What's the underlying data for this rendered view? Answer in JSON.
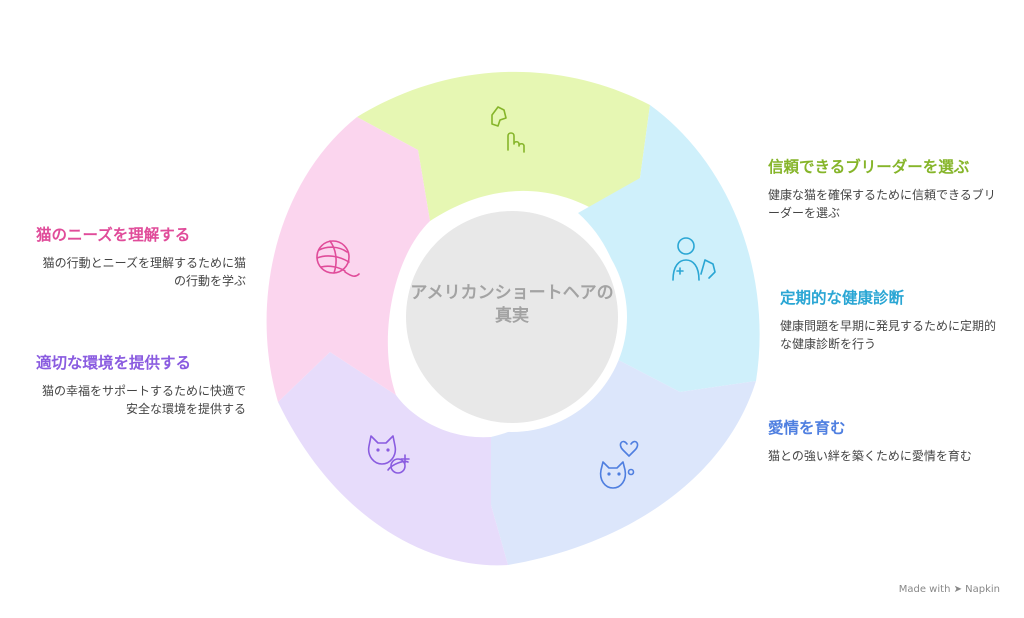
{
  "title": "アメリカンショートヘアの真実",
  "segments": [
    {
      "title": "信頼できるブリーダーを選ぶ",
      "desc": "健康な猫を確保するために信頼できるブリーダーを選ぶ",
      "color": "#e6f7b3",
      "accent": "#86b52a",
      "icon": "dog-hand-icon"
    },
    {
      "title": "定期的な健康診断",
      "desc": "健康問題を早期に発見するために定期的な健康診断を行う",
      "color": "#cff0fb",
      "accent": "#2aa6d4",
      "icon": "vet-icon"
    },
    {
      "title": "愛情を育む",
      "desc": "猫との強い絆を築くために愛情を育む",
      "color": "#dce6fb",
      "accent": "#4f7fe0",
      "icon": "cat-heart-icon"
    },
    {
      "title": "適切な環境を提供する",
      "desc": "猫の幸福をサポートするために快適で安全な環境を提供する",
      "color": "#e7dcfb",
      "accent": "#8a5ce0",
      "icon": "cat-planet-icon"
    },
    {
      "title": "猫のニーズを理解する",
      "desc": "猫の行動とニーズを理解するために猫の行動を学ぶ",
      "color": "#fbd5ee",
      "accent": "#e04c9a",
      "icon": "yarn-ball-icon"
    }
  ],
  "footer": "Made with ➤ Napkin"
}
